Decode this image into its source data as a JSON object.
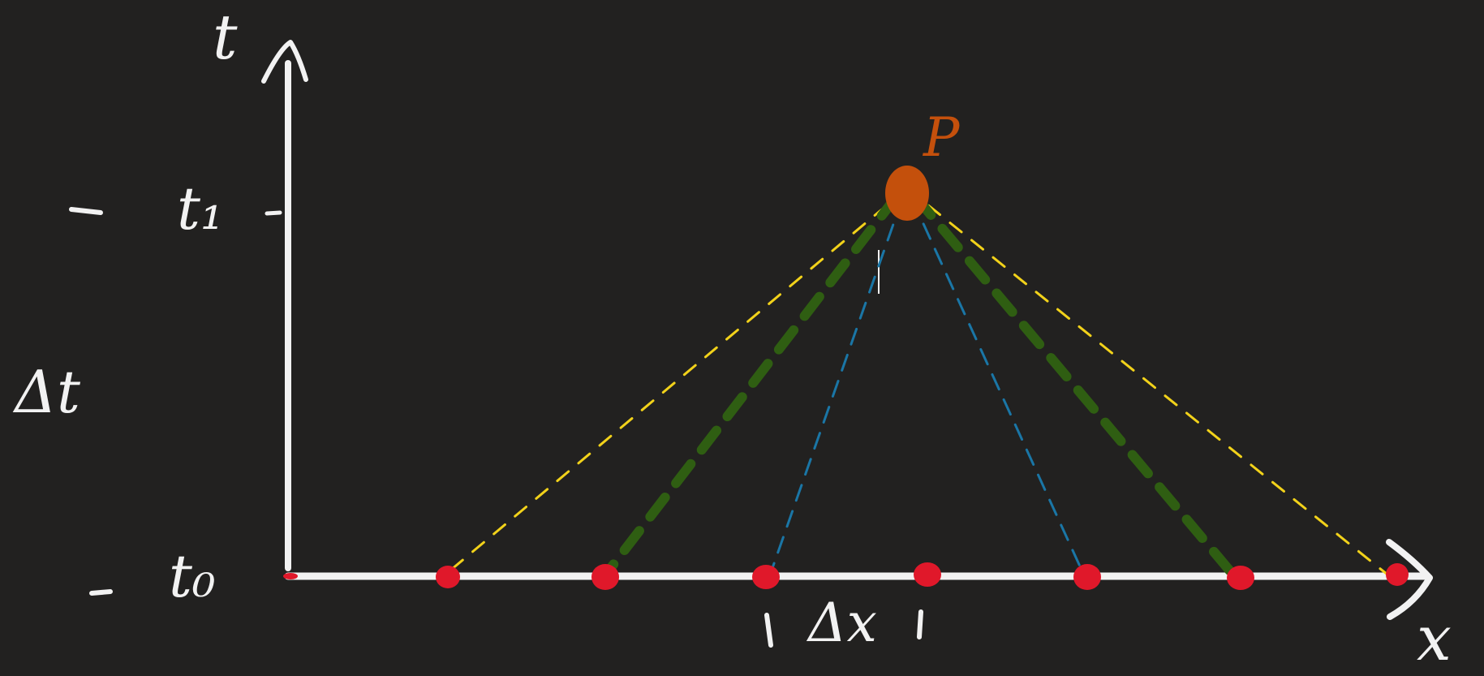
{
  "labels": {
    "t_axis": "t",
    "x_axis": "x",
    "t1": "t₁",
    "t0": "t₀",
    "delta_t": "Δt",
    "delta_x": "Δx",
    "point": "P"
  },
  "colors": {
    "background": "#222120",
    "chalk": "#f2f2f2",
    "grid_point": "#e0182a",
    "point_p": "#c4500c",
    "ray_outer": "#f2d21a",
    "ray_middle": "#2f5e12",
    "ray_inner": "#1a76a6"
  }
}
